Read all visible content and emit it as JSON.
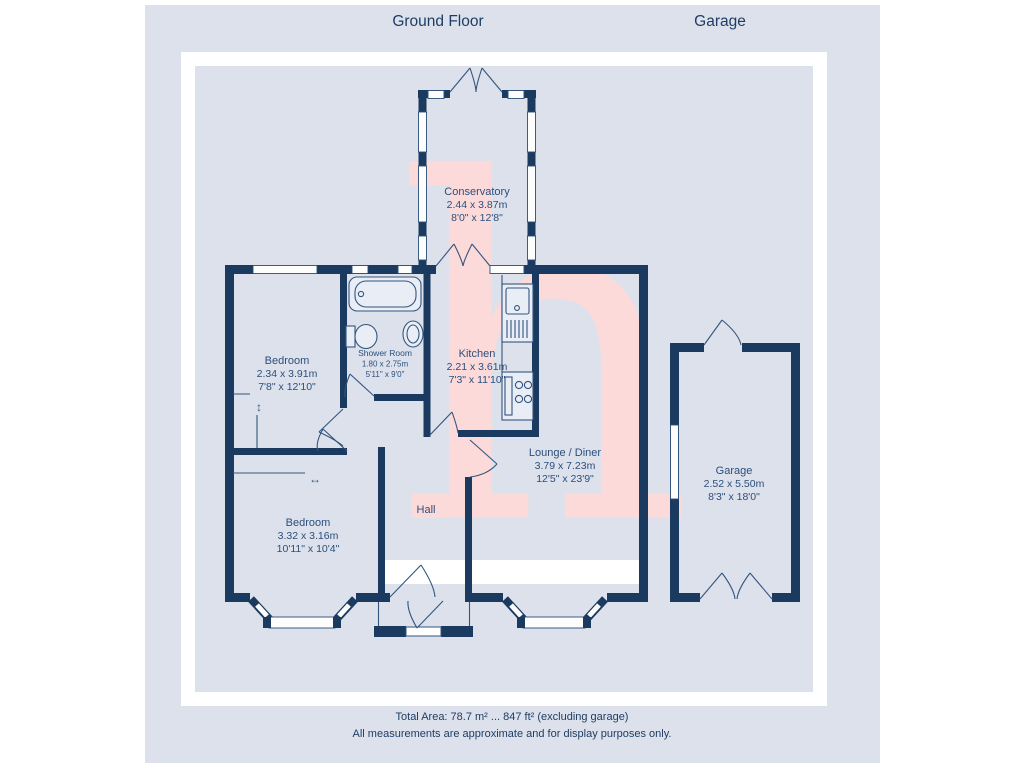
{
  "page": {
    "titles": {
      "ground_floor": "Ground Floor",
      "garage": "Garage"
    },
    "footer": {
      "total_area": "Total Area: 78.7 m² ... 847 ft² (excluding garage)",
      "disclaimer": "All measurements are approximate and for display purposes only."
    }
  },
  "rooms": [
    {
      "id": "conservatory",
      "name": "Conservatory",
      "metric": "2.44 x 3.87m",
      "imperial": "8'0\" x 12'8\""
    },
    {
      "id": "bedroom-front",
      "name": "Bedroom",
      "metric": "2.34 x 3.91m",
      "imperial": "7'8\" x 12'10\""
    },
    {
      "id": "shower-room",
      "name": "Shower Room",
      "metric": "1.80 x 2.75m",
      "imperial": "5'11\" x 9'0\""
    },
    {
      "id": "kitchen",
      "name": "Kitchen",
      "metric": "2.21 x 3.61m",
      "imperial": "7'3\" x 11'10\""
    },
    {
      "id": "lounge-diner",
      "name": "Lounge / Diner",
      "metric": "3.79 x 7.23m",
      "imperial": "12'5\" x 23'9\""
    },
    {
      "id": "hall",
      "name": "Hall"
    },
    {
      "id": "bedroom-rear",
      "name": "Bedroom",
      "metric": "3.32 x 3.16m",
      "imperial": "10'11\" x 10'4\""
    },
    {
      "id": "garage",
      "name": "Garage",
      "metric": "2.52 x 5.50m",
      "imperial": "8'3\" x 18'0\""
    }
  ],
  "symbols": {
    "wardrobe_arrow_vertical": "↕",
    "wardrobe_arrow_horizontal": "↔",
    "watermark_letter": "h"
  },
  "colors": {
    "wall": "#1b3a5f",
    "background_panel": "#dde1ec",
    "paper": "#ffffff",
    "watermark_pink": "#fcdada",
    "label_text": "#2b4f7c",
    "title_text": "#1e3d64"
  }
}
